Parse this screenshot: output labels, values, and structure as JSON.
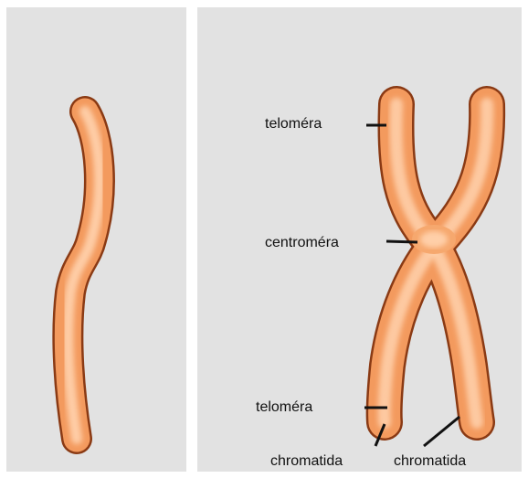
{
  "labels": {
    "telomere_top": "teloméra",
    "centromere": "centroméra",
    "telomere_bottom": "teloméra",
    "chromatid_left": "chromatida",
    "chromatid_right": "chromatida"
  },
  "colors": {
    "panel_background": "#e2e2e2",
    "chromosome_fill": "#f39a5e",
    "chromosome_highlight": "#ffd2ad",
    "chromosome_outline": "#8a3a14",
    "leader_lines": "#111111"
  }
}
